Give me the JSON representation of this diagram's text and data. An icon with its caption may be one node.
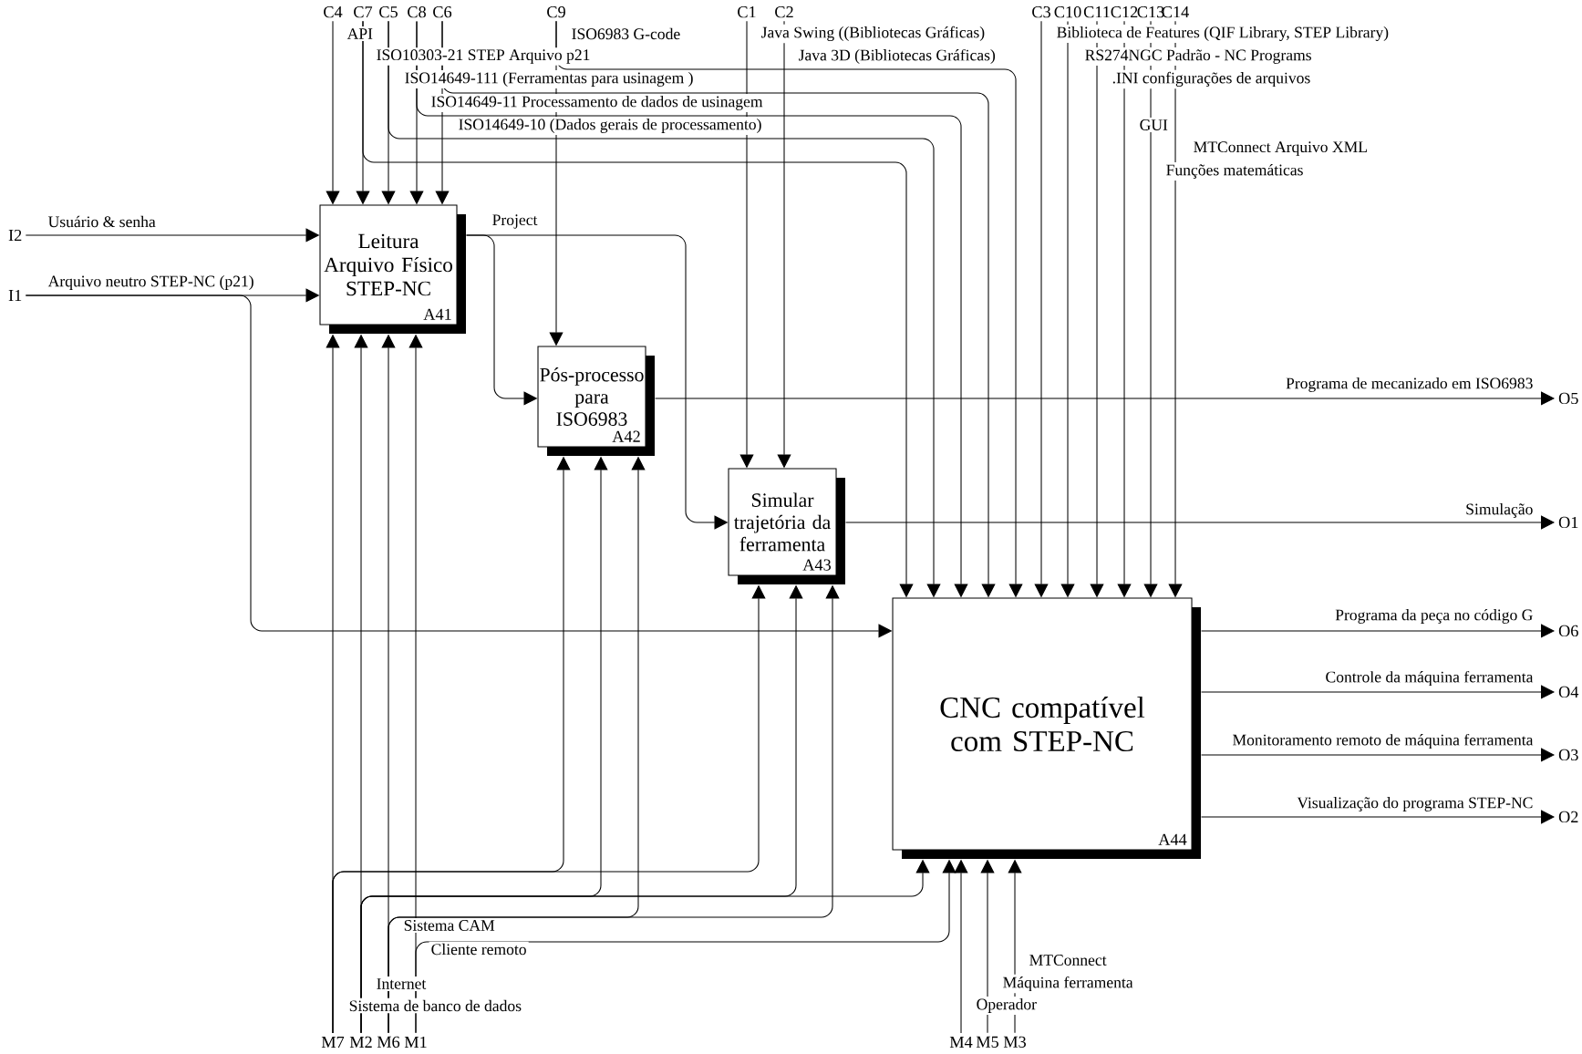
{
  "diagram": {
    "nodes": [
      {
        "text": [
          "Leitura Arquivo Físico STEP-NC",
          "A41"
        ]
      },
      {
        "text": [
          "Pós-processo para ISO6983",
          "A42"
        ]
      },
      {
        "text": [
          "Simular trajetória da ferramenta",
          "A43"
        ]
      },
      {
        "text": [
          "CNC compatível com STEP-NC",
          "A44"
        ]
      },
      {
        "text": [
          "C4"
        ]
      },
      {
        "text": [
          "C7"
        ]
      },
      {
        "text": [
          "C5"
        ]
      },
      {
        "text": [
          "C8"
        ]
      },
      {
        "text": [
          "C6"
        ]
      },
      {
        "text": [
          "C9"
        ]
      },
      {
        "text": [
          "C1"
        ]
      },
      {
        "text": [
          "C2"
        ]
      },
      {
        "text": [
          "C3"
        ]
      },
      {
        "text": [
          "C10"
        ]
      },
      {
        "text": [
          "C11"
        ]
      },
      {
        "text": [
          "C12"
        ]
      },
      {
        "text": [
          "C13"
        ]
      },
      {
        "text": [
          "C14"
        ]
      },
      {
        "text": [
          "I2"
        ]
      },
      {
        "text": [
          "I1"
        ]
      },
      {
        "text": [
          "O5"
        ]
      },
      {
        "text": [
          "O1"
        ]
      },
      {
        "text": [
          "O6"
        ]
      },
      {
        "text": [
          "O4"
        ]
      },
      {
        "text": [
          "O3"
        ]
      },
      {
        "text": [
          "O2"
        ]
      },
      {
        "text": [
          "M7"
        ]
      },
      {
        "text": [
          "M2"
        ]
      },
      {
        "text": [
          "M6"
        ]
      },
      {
        "text": [
          "M1"
        ]
      },
      {
        "text": [
          "M4"
        ]
      },
      {
        "text": [
          "M5"
        ]
      },
      {
        "text": [
          "M3"
        ]
      }
    ],
    "edges": [
      {
        "from": 4,
        "to": 0,
        "arrow": "to",
        "label": "API"
      },
      {
        "from": 5,
        "to": 0,
        "arrow": "to",
        "label": "ISO10303-21 STEP Arquivo p21"
      },
      {
        "from": 5,
        "to": 3,
        "arrow": "to"
      },
      {
        "from": 6,
        "to": 0,
        "arrow": "to",
        "label": "ISO14649-111 (Ferramentas para usinagem )"
      },
      {
        "from": 6,
        "to": 3,
        "arrow": "to"
      },
      {
        "from": 7,
        "to": 0,
        "arrow": "to",
        "label": "ISO14649-11 Processamento de dados de usinagem"
      },
      {
        "from": 7,
        "to": 3,
        "arrow": "to"
      },
      {
        "from": 8,
        "to": 0,
        "arrow": "to",
        "label": "ISO14649-10 (Dados gerais de processamento)"
      },
      {
        "from": 8,
        "to": 3,
        "arrow": "to"
      },
      {
        "from": 9,
        "to": 1,
        "arrow": "to",
        "label": "ISO6983 G-code"
      },
      {
        "from": 9,
        "to": 3,
        "arrow": "to"
      },
      {
        "from": 10,
        "to": 2,
        "arrow": "to",
        "label": "Java Swing ((Bibliotecas Gráficas)"
      },
      {
        "from": 11,
        "to": 2,
        "arrow": "to",
        "label": "Java 3D (Bibliotecas Gráficas)"
      },
      {
        "from": 12,
        "to": 3,
        "arrow": "to",
        "label": "Biblioteca de Features (QIF Library, STEP Library)"
      },
      {
        "from": 13,
        "to": 3,
        "arrow": "to",
        "label": "RS274NGC Padrão - NC Programs"
      },
      {
        "from": 14,
        "to": 3,
        "arrow": "to",
        "label": ".INI configurações de arquivos"
      },
      {
        "from": 15,
        "to": 3,
        "arrow": "to",
        "label": "GUI"
      },
      {
        "from": 16,
        "to": 3,
        "arrow": "to",
        "label": "Funções matemáticas"
      },
      {
        "from": 17,
        "to": 3,
        "arrow": "to",
        "label": "MTConnect Arquivo XML"
      },
      {
        "from": 18,
        "to": 0,
        "arrow": "to",
        "label": "Usuário & senha"
      },
      {
        "from": 19,
        "to": 0,
        "arrow": "to",
        "label": "Arquivo neutro STEP-NC (p21)"
      },
      {
        "from": 19,
        "to": 3,
        "arrow": "to"
      },
      {
        "from": 0,
        "to": 1,
        "arrow": "to",
        "label": "Project"
      },
      {
        "from": 0,
        "to": 2,
        "arrow": "to"
      },
      {
        "from": 1,
        "to": 20,
        "arrow": "to",
        "label": "Programa de mecanizado em ISO6983"
      },
      {
        "from": 2,
        "to": 21,
        "arrow": "to",
        "label": "Simulação"
      },
      {
        "from": 3,
        "to": 22,
        "arrow": "to",
        "label": "Programa da peça no código G"
      },
      {
        "from": 3,
        "to": 23,
        "arrow": "to",
        "label": "Controle da máquina ferramenta"
      },
      {
        "from": 3,
        "to": 24,
        "arrow": "to",
        "label": "Monitoramento remoto de máquina ferramenta"
      },
      {
        "from": 3,
        "to": 25,
        "arrow": "to",
        "label": "Visualização do programa STEP-NC"
      },
      {
        "from": 26,
        "to": 0,
        "arrow": "to",
        "label": "Sistema de banco de dados"
      },
      {
        "from": 26,
        "to": 1,
        "arrow": "to"
      },
      {
        "from": 26,
        "to": 2,
        "arrow": "to"
      },
      {
        "from": 27,
        "to": 0,
        "arrow": "to",
        "label": "Internet"
      },
      {
        "from": 27,
        "to": 1,
        "arrow": "to"
      },
      {
        "from": 27,
        "to": 2,
        "arrow": "to"
      },
      {
        "from": 27,
        "to": 3,
        "arrow": "to"
      },
      {
        "from": 28,
        "to": 0,
        "arrow": "to",
        "label": "Sistema CAM"
      },
      {
        "from": 28,
        "to": 1,
        "arrow": "to"
      },
      {
        "from": 28,
        "to": 2,
        "arrow": "to"
      },
      {
        "from": 29,
        "to": 0,
        "arrow": "to",
        "label": "Cliente remoto"
      },
      {
        "from": 29,
        "to": 3,
        "arrow": "to"
      },
      {
        "from": 30,
        "to": 3,
        "arrow": "to",
        "label": "Operador"
      },
      {
        "from": 31,
        "to": 3,
        "arrow": "to",
        "label": "Máquina ferramenta"
      },
      {
        "from": 32,
        "to": 3,
        "arrow": "to",
        "label": "MTConnect"
      }
    ]
  }
}
